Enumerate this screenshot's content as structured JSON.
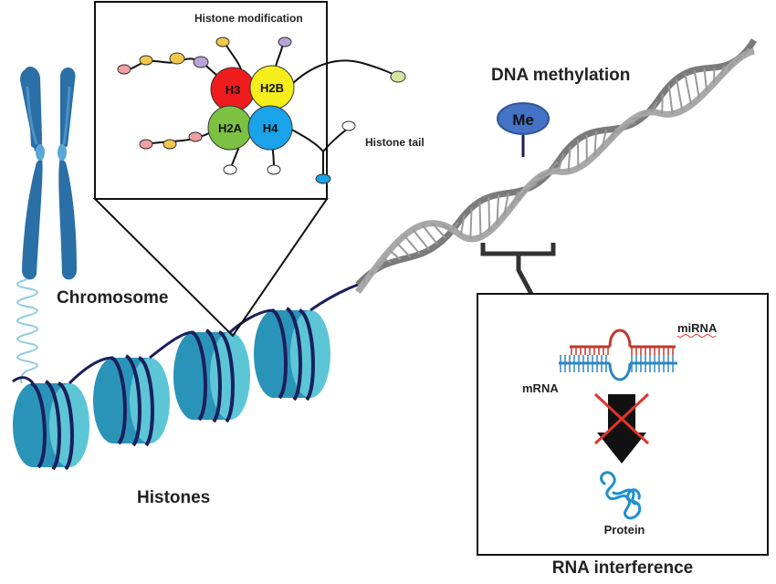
{
  "labels": {
    "chromosome": "Chromosome",
    "histones": "Histones",
    "histone_modification": "Histone modification",
    "histone_tail": "Histone tail",
    "dna_methylation": "DNA methylation",
    "methyl_mark": "Me",
    "rna_interference": "RNA interference",
    "mirna": "miRNA",
    "mrna": "mRNA",
    "protein": "Protein"
  },
  "histone_core": [
    {
      "name": "H3",
      "color": "#ee1c1c"
    },
    {
      "name": "H2B",
      "color": "#f5ee1a"
    },
    {
      "name": "H2A",
      "color": "#7cc142"
    },
    {
      "name": "H4",
      "color": "#1aa3e8"
    }
  ],
  "colors": {
    "chromosome": "#2a6fa6",
    "nucleosome_side": "#2a94b8",
    "nucleosome_face": "#5cc6d6",
    "dna_wrap": "#1b1f5c",
    "dna_helix": "#8c8c8c",
    "methyl_bead": "#4472c4",
    "mirna_strand": "#c0392b",
    "mrna_strand": "#2e86c1",
    "block_arrow": "#111111",
    "cross": "#e0342b",
    "protein": "#1f8fd0",
    "modification_beads": [
      "#f0a0a0",
      "#f2c84b",
      "#b8a4d6",
      "#cfe5a0",
      "#8fd0f0",
      "#ffffff"
    ]
  }
}
